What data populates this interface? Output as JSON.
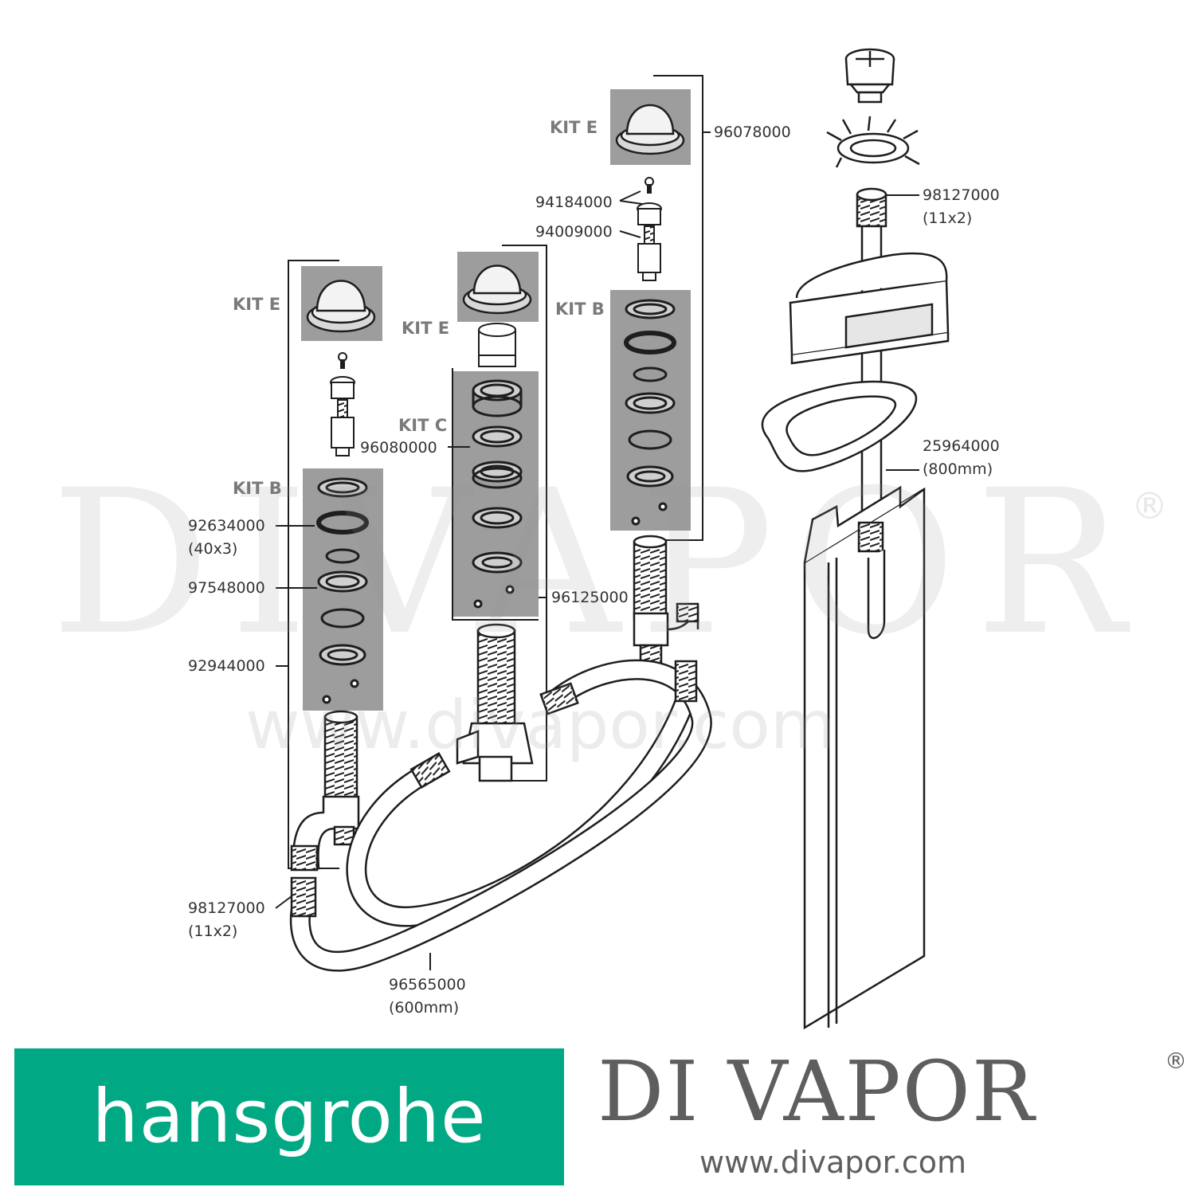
{
  "labels": {
    "kit_e_1": "KIT E",
    "kit_e_2": "KIT E",
    "kit_e_3": "KIT E",
    "kit_b_1": "KIT B",
    "kit_b_2": "KIT B",
    "kit_c": "KIT C",
    "p96078000": "96078000",
    "p94184000": "94184000",
    "p94009000": "94009000",
    "p98127000_top": "98127000",
    "p98127000_top_qty": "(11x2)",
    "p96080000": "96080000",
    "p25964000": "25964000",
    "p25964000_len": "(800mm)",
    "p92634000": "92634000",
    "p92634000_qty": "(40x3)",
    "p97548000": "97548000",
    "p96125000": "96125000",
    "p92944000": "92944000",
    "p98127000_bottom": "98127000",
    "p98127000_bottom_qty": "(11x2)",
    "p96565000": "96565000",
    "p96565000_len": "(600mm)"
  },
  "watermark": {
    "text": "DIVAPOR",
    "registered": "®",
    "url": "www.divapor.com"
  },
  "logos": {
    "hansgrohe": "hansgrohe",
    "divapor": "DI VAPOR",
    "divapor_registered": "®",
    "divapor_url": "www.divapor.com"
  },
  "colors": {
    "kit_panel": "#9d9d9d",
    "line": "#1e1e1e",
    "hansgrohe_green": "#00a883",
    "logo_grey": "#5e5e5e"
  }
}
